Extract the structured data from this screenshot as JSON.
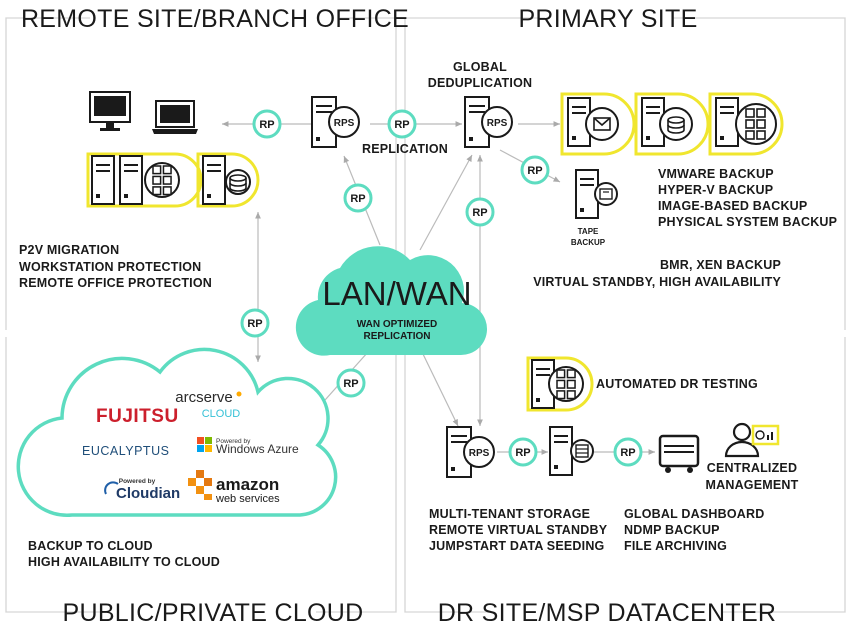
{
  "quadrants": {
    "remote": "REMOTE SITE/BRANCH OFFICE",
    "primary": "PRIMARY SITE",
    "cloud": "PUBLIC/PRIVATE CLOUD",
    "dr": "DR SITE/MSP DATACENTER"
  },
  "center": {
    "title": "LAN/WAN",
    "line1": "WAN OPTIMIZED",
    "line2": "REPLICATION"
  },
  "node_labels": {
    "rp": "RP",
    "rps": "RPS",
    "replication": "REPLICATION",
    "global_dedup_1": "GLOBAL",
    "global_dedup_2": "DEDUPLICATION",
    "tape_1": "TAPE",
    "tape_2": "BACKUP",
    "automated_dr": "AUTOMATED DR TESTING",
    "central_1": "CENTRALIZED",
    "central_2": "MANAGEMENT"
  },
  "remote_features": [
    "P2V MIGRATION",
    "WORKSTATION PROTECTION",
    "REMOTE OFFICE PROTECTION"
  ],
  "primary_features": [
    "VMWARE BACKUP",
    "HYPER-V BACKUP",
    "IMAGE-BASED BACKUP",
    "PHYSICAL SYSTEM BACKUP"
  ],
  "primary_extra": [
    "BMR, XEN BACKUP",
    "VIRTUAL STANDBY, HIGH AVAILABILITY"
  ],
  "cloud_features": [
    "BACKUP TO CLOUD",
    "HIGH AVAILABILITY TO CLOUD"
  ],
  "dr_features_left": [
    "MULTI-TENANT STORAGE",
    "REMOTE VIRTUAL STANDBY",
    "JUMPSTART DATA SEEDING"
  ],
  "dr_features_right": [
    "GLOBAL DASHBOARD",
    "NDMP BACKUP",
    "FILE ARCHIVING"
  ],
  "cloud_logos": {
    "fujitsu": "FUJITSU",
    "arcserve": "arcserve",
    "arcserve_sub": "CLOUD",
    "eucalyptus": "EUCALYPTUS",
    "azure_small": "Powered by",
    "azure": "Windows Azure",
    "cloudian_small": "Powered by",
    "cloudian": "Cloudian",
    "amazon": "amazon",
    "amazon_sub": "web services"
  },
  "colors": {
    "accent_teal": "#5ddcc0",
    "accent_yellow": "#f0e62e",
    "line": "#bbbbbb",
    "ink": "#1a1a1a"
  }
}
